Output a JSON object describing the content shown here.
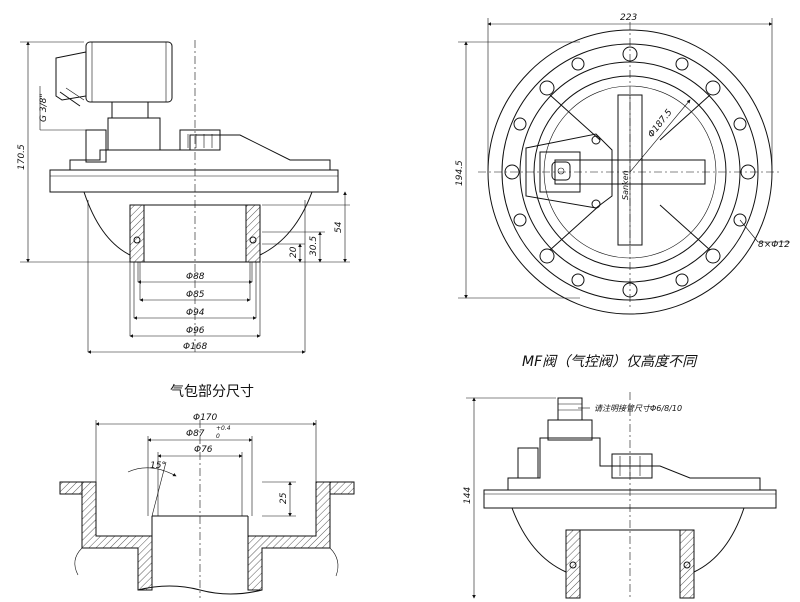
{
  "captions": {
    "air_tank_section": "气包部分尺寸",
    "mf_note": "MF阀（气控阀）仅高度不同",
    "fitting_note": "请注明接管尺寸Φ6/8/10"
  },
  "side_view": {
    "height_total": "170.5",
    "thread": "G 3/8\"",
    "dim_54": "54",
    "dim_30_5": "30.5",
    "dim_20": "20",
    "dia_88": "Φ88",
    "dia_85": "Φ85",
    "dia_94": "Φ94",
    "dia_96": "Φ96",
    "dia_168": "Φ168"
  },
  "top_view": {
    "width": "223",
    "height": "194.5",
    "bolt_circle": "Φ187.5",
    "holes": "8×Φ12",
    "brand": "Sanken"
  },
  "tank_section": {
    "dia_170": "Φ170",
    "dia_87": "Φ87",
    "tol_upper": "+0.4",
    "tol_lower": "0",
    "dia_76": "Φ76",
    "angle": "15°",
    "depth": "25"
  },
  "mf_view": {
    "height": "144"
  }
}
